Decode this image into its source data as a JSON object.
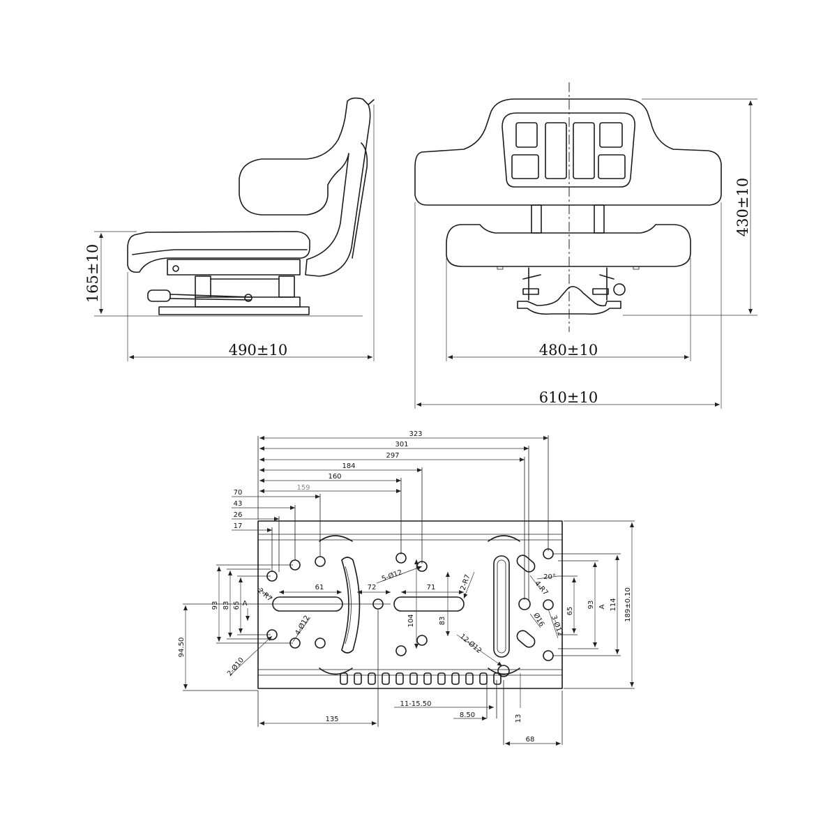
{
  "side_view": {
    "width_label": "490±10",
    "height_label": "165±10"
  },
  "front_view": {
    "base_label": "480±10",
    "overall_label": "610±10",
    "height_label": "430±10"
  },
  "base_plate": {
    "top_dims": [
      "323",
      "301",
      "297",
      "184",
      "160",
      "159",
      "70",
      "43",
      "26",
      "17"
    ],
    "left_dims": [
      "93",
      "83",
      "65",
      "94.50"
    ],
    "right_dims": [
      "93",
      "65",
      "114",
      "189±0.10"
    ],
    "bottom_dims": [
      "135",
      "11-15.50",
      "8.50",
      "13",
      "68"
    ],
    "callouts": [
      "61",
      "72",
      "71",
      "104",
      "83",
      "20°",
      "2-R7",
      "5-Ø12",
      "2-R7",
      "4-R7",
      "4-Ø12",
      "2-Ø10",
      "12-Ø12",
      "Ø16",
      "3-Ø12"
    ],
    "section_marks": [
      "A",
      "A"
    ]
  }
}
